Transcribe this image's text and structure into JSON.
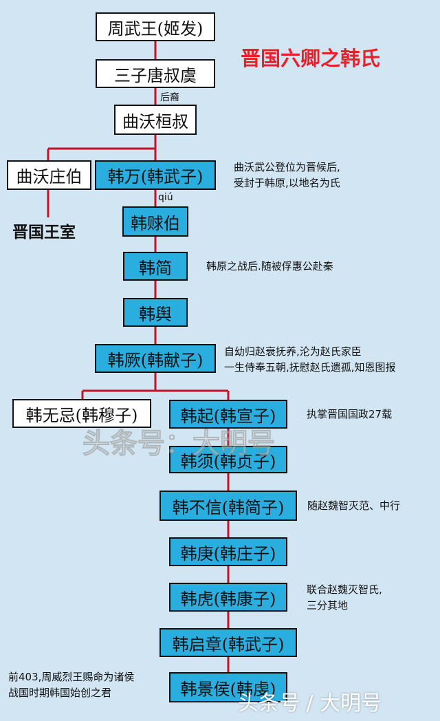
{
  "title": "晋国六卿之韩氏",
  "nodes": {
    "zhou_wu_wang": "周武王(姬发)",
    "tang_shu_yu": "三子唐叔虞",
    "quwo_huanshu": "曲沃桓叔",
    "quwo_zhuangbo": "曲沃庄伯",
    "han_wan": "韩万(韩武子)",
    "han_qiubo": "韩赇伯",
    "han_jian": "韩简",
    "han_yu": "韩舆",
    "han_jue": "韩厥(韩献子)",
    "han_wuji": "韩无忌(韩穆子)",
    "han_qi": "韩起(韩宣子)",
    "han_xu": "韩须(韩贞子)",
    "han_buxin": "韩不信(韩简子)",
    "han_geng": "韩庚(韩庄子)",
    "han_hu": "韩虎(韩康子)",
    "han_qizhang": "韩启章(韩武子)",
    "han_jinghou": "韩景侯(韩虔)"
  },
  "labels": {
    "houyi": "后裔",
    "qiu": "qiú",
    "jin_royal": "晋国王室"
  },
  "notes": {
    "han_wan": [
      "曲沃武公登位为晋候后,",
      "受封于韩原,以地名为氏"
    ],
    "han_jian": "韩原之战后.随被俘惠公赴秦",
    "han_jue": [
      "自幼归赵衰抚养,沦为赵氏家臣",
      "一生侍奉五朝,抚慰赵氏遗孤,知恩图报"
    ],
    "han_qi": "执掌晋国国政27载",
    "han_buxin": "随赵魏智灭范、中行",
    "han_hu": [
      "联合赵魏灭智氏,",
      "三分其地"
    ],
    "han_jinghou": [
      "前403,周威烈王赐命为诸侯",
      "战国时期韩国始创之君"
    ]
  },
  "watermarks": {
    "middle": "头条号：大明号",
    "bottom": "头条号 / 大明号"
  },
  "colors": {
    "background": "#d2e5f2",
    "box_blue": "#2aaee0",
    "box_white": "#ffffff",
    "line_red": "#c0142b",
    "title_red": "#e8202a"
  }
}
